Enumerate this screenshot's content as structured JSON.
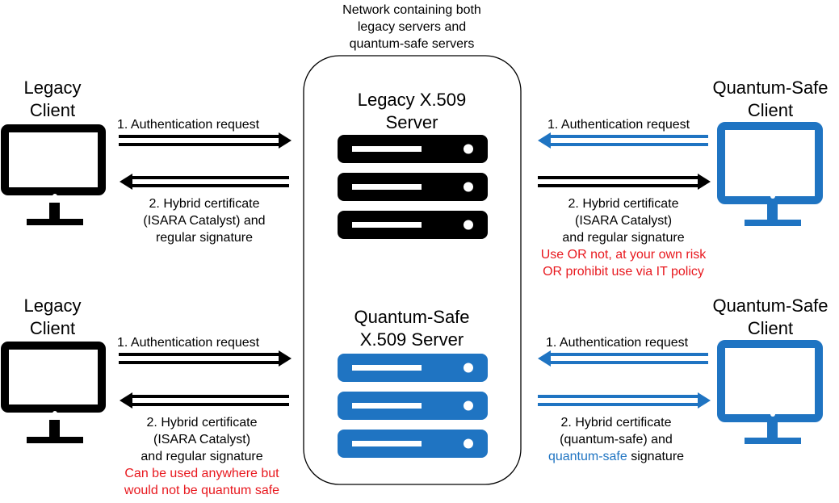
{
  "network": {
    "caption_lines": [
      "Network containing both",
      "legacy servers and",
      "quantum-safe servers"
    ]
  },
  "servers": {
    "legacy": {
      "title_lines": [
        "Legacy X.509",
        "Server"
      ]
    },
    "quantum": {
      "title_lines": [
        "Quantum-Safe",
        "X.509 Server"
      ]
    }
  },
  "clients": {
    "legacy_top": {
      "title_lines": [
        "Legacy",
        "Client"
      ]
    },
    "legacy_bottom": {
      "title_lines": [
        "Legacy",
        "Client"
      ]
    },
    "quantum_top": {
      "title_lines": [
        "Quantum-Safe",
        "Client"
      ]
    },
    "quantum_bottom": {
      "title_lines": [
        "Quantum-Safe",
        "Client"
      ]
    }
  },
  "flows": {
    "tl": {
      "request": "1. Authentication request",
      "response_lines": [
        "2. Hybrid certificate",
        "(ISARA Catalyst) and",
        "regular signature"
      ]
    },
    "tr": {
      "request": "1. Authentication request",
      "response_lines": [
        "2. Hybrid certificate",
        "(ISARA Catalyst)",
        "and regular signature"
      ],
      "note_lines": [
        "Use OR not, at your own risk",
        "OR prohibit use via IT policy"
      ]
    },
    "bl": {
      "request": "1. Authentication request",
      "response_lines": [
        "2. Hybrid certificate",
        "(ISARA Catalyst)",
        "and regular signature"
      ],
      "note_lines": [
        "Can be used anywhere but",
        "would not be quantum safe"
      ]
    },
    "br": {
      "request": "1. Authentication request",
      "response_lines": [
        "2. Hybrid certificate",
        "(quantum-safe) and"
      ],
      "response_last_highlight": "quantum-safe",
      "response_last_rest": " signature"
    }
  },
  "colors": {
    "black": "#000000",
    "blue": "#1f74c2",
    "red": "#e8191f"
  }
}
